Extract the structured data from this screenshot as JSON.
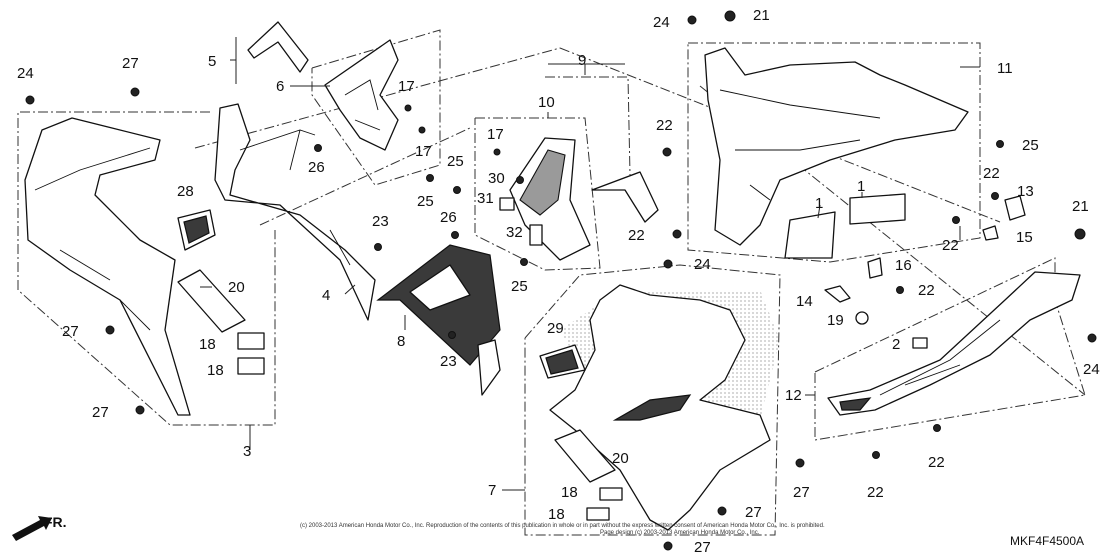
{
  "diagram_code": "MKF4F4500A",
  "direction_label": "FR.",
  "copyright_line1": "(c) 2003-2013 American Honda Motor Co., Inc. Reproduction of the contents of this publication in whole or in part without the express written consent of American Honda Motor Co., Inc. is prohibited.",
  "copyright_line2": "Page design (c) 2003-2013 American Honda Motor Co., Inc.",
  "callouts": [
    {
      "id": "c24a",
      "text": "24"
    },
    {
      "id": "c27a",
      "text": "27"
    },
    {
      "id": "c5",
      "text": "5"
    },
    {
      "id": "c6",
      "text": "6"
    },
    {
      "id": "c17a",
      "text": "17"
    },
    {
      "id": "c17b",
      "text": "17"
    },
    {
      "id": "c26a",
      "text": "26"
    },
    {
      "id": "c25a",
      "text": "25"
    },
    {
      "id": "c28",
      "text": "28"
    },
    {
      "id": "c20a",
      "text": "20"
    },
    {
      "id": "c27b",
      "text": "27"
    },
    {
      "id": "c18a",
      "text": "18"
    },
    {
      "id": "c18b",
      "text": "18"
    },
    {
      "id": "c27c",
      "text": "27"
    },
    {
      "id": "c3",
      "text": "3"
    },
    {
      "id": "c23a",
      "text": "23"
    },
    {
      "id": "c4",
      "text": "4"
    },
    {
      "id": "c26b",
      "text": "26"
    },
    {
      "id": "c8",
      "text": "8"
    },
    {
      "id": "c23b",
      "text": "23"
    },
    {
      "id": "c9",
      "text": "9"
    },
    {
      "id": "c10",
      "text": "10"
    },
    {
      "id": "c17c",
      "text": "17"
    },
    {
      "id": "c30",
      "text": "30"
    },
    {
      "id": "c31",
      "text": "31"
    },
    {
      "id": "c25b",
      "text": "25"
    },
    {
      "id": "c32",
      "text": "32"
    },
    {
      "id": "c25c",
      "text": "25"
    },
    {
      "id": "c24b",
      "text": "24"
    },
    {
      "id": "c21a",
      "text": "21"
    },
    {
      "id": "c11",
      "text": "11"
    },
    {
      "id": "c22a",
      "text": "22"
    },
    {
      "id": "c25d",
      "text": "25"
    },
    {
      "id": "c22b",
      "text": "22"
    },
    {
      "id": "c13",
      "text": "13"
    },
    {
      "id": "c1a",
      "text": "1"
    },
    {
      "id": "c1b",
      "text": "1"
    },
    {
      "id": "c22c",
      "text": "22"
    },
    {
      "id": "c22d",
      "text": "22"
    },
    {
      "id": "c15",
      "text": "15"
    },
    {
      "id": "c21b",
      "text": "21"
    },
    {
      "id": "c24c",
      "text": "24"
    },
    {
      "id": "c16",
      "text": "16"
    },
    {
      "id": "c14",
      "text": "14"
    },
    {
      "id": "c22e",
      "text": "22"
    },
    {
      "id": "c19",
      "text": "19"
    },
    {
      "id": "c29",
      "text": "29"
    },
    {
      "id": "c2",
      "text": "2"
    },
    {
      "id": "c24d",
      "text": "24"
    },
    {
      "id": "c12",
      "text": "12"
    },
    {
      "id": "c20b",
      "text": "20"
    },
    {
      "id": "c22f",
      "text": "22"
    },
    {
      "id": "c22g",
      "text": "22"
    },
    {
      "id": "c27d",
      "text": "27"
    },
    {
      "id": "c18c",
      "text": "18"
    },
    {
      "id": "c18d",
      "text": "18"
    },
    {
      "id": "c27e",
      "text": "27"
    },
    {
      "id": "c7",
      "text": "7"
    },
    {
      "id": "c27f",
      "text": "27"
    }
  ]
}
